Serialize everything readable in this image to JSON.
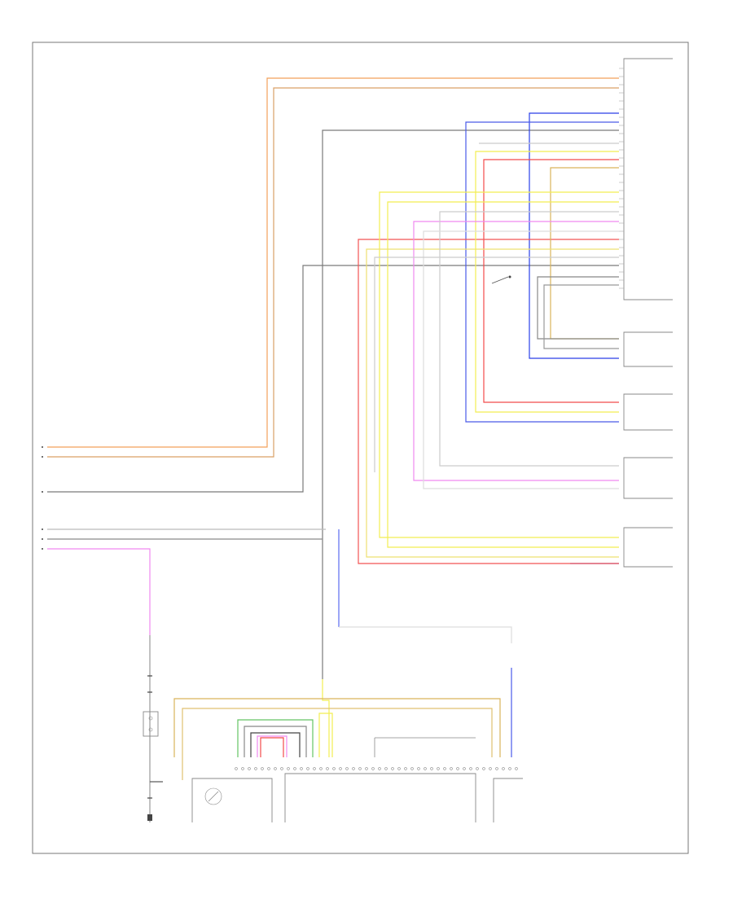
{
  "diagram": {
    "sheet_id": "",
    "colors": {
      "orange": "#f2a15a",
      "brown": "#c79a5f",
      "gray": "#7a7a7a",
      "blue": "#2a3fe8",
      "red": "#f24b4b",
      "yellow": "#f2ee52",
      "pink": "#f089f0",
      "green": "#63c463",
      "light": "#cccccc",
      "black": "#444444"
    },
    "modules": [
      {
        "id": "ccm",
        "label": ""
      },
      {
        "id": "lfd",
        "label": ""
      },
      {
        "id": "lrd",
        "label": ""
      },
      {
        "id": "lrw",
        "label": ""
      },
      {
        "id": "rrw",
        "label": ""
      },
      {
        "id": "rfd",
        "label": ""
      },
      {
        "id": "rfs",
        "label": ""
      },
      {
        "id": "rfc",
        "label": ""
      },
      {
        "id": "rfm",
        "label": ""
      }
    ],
    "ground_label": ""
  }
}
